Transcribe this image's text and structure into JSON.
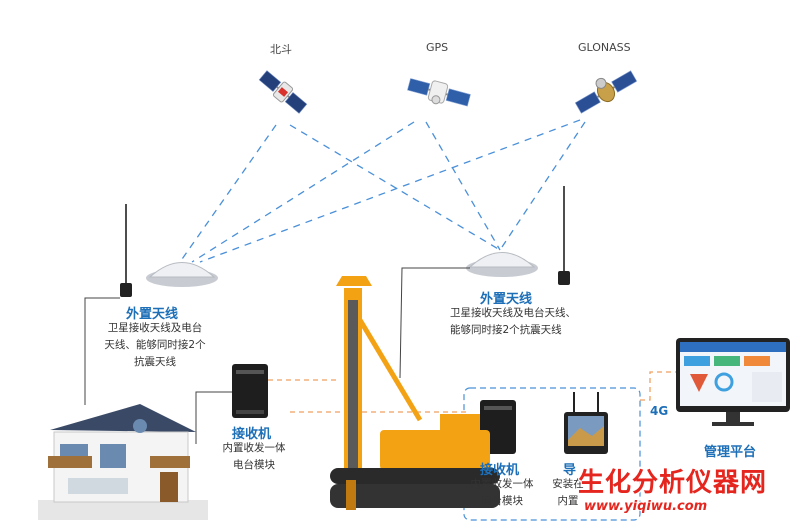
{
  "satellites": {
    "beidou": "北斗",
    "gps": "GPS",
    "glonass": "GLONASS"
  },
  "external_antenna_left": {
    "title": "外置天线",
    "desc_lines": [
      "卫星接收天线及电台",
      "天线、能够同时接2个",
      "抗震天线"
    ]
  },
  "external_antenna_right": {
    "title": "外置天线",
    "desc_lines": [
      "卫星接收天线及电台天线、",
      "能够同时接2个抗震天线"
    ]
  },
  "receiver_left": {
    "title": "接收机",
    "desc_lines": [
      "内置收发一体",
      "电台模块"
    ]
  },
  "receiver_right": {
    "title": "接收机",
    "desc_lines": [
      "内置收发一体",
      "电台模块"
    ]
  },
  "guidance_panel": {
    "title": "导",
    "desc_lines": [
      "安装在",
      "内置"
    ]
  },
  "management": {
    "title": "管理平台",
    "link": "4G"
  },
  "watermark": {
    "main": "生化分析仪器网",
    "url": "www.yiqiwu.com"
  },
  "colors": {
    "accent_blue": "#1d6fb8",
    "signal_line": "#4a90d9",
    "link_line": "#f0a060",
    "watermark_red": "#e5261f"
  }
}
